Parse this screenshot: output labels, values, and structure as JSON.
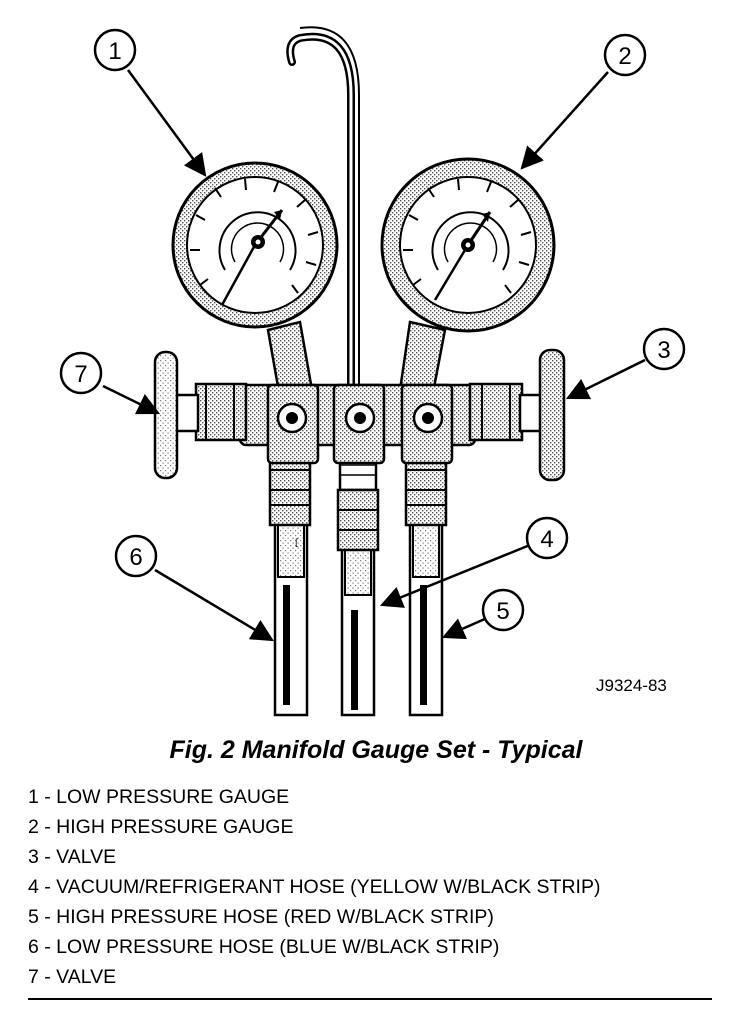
{
  "figure_code": "J9324-83",
  "caption": "Fig. 2 Manifold Gauge Set - Typical",
  "callouts": [
    "1",
    "2",
    "3",
    "4",
    "5",
    "6",
    "7"
  ],
  "legend": [
    "1 - LOW PRESSURE GAUGE",
    "2 - HIGH PRESSURE GAUGE",
    "3 - VALVE",
    "4 - VACUUM/REFRIGERANT HOSE (YELLOW W/BLACK STRIP)",
    "5 - HIGH PRESSURE HOSE (RED W/BLACK STRIP)",
    "6 - LOW PRESSURE HOSE (BLUE W/BLACK STRIP)",
    "7 - VALVE"
  ],
  "colors": {
    "ink": "#000000",
    "shade": "#bdbdbd",
    "paper": "#ffffff"
  }
}
